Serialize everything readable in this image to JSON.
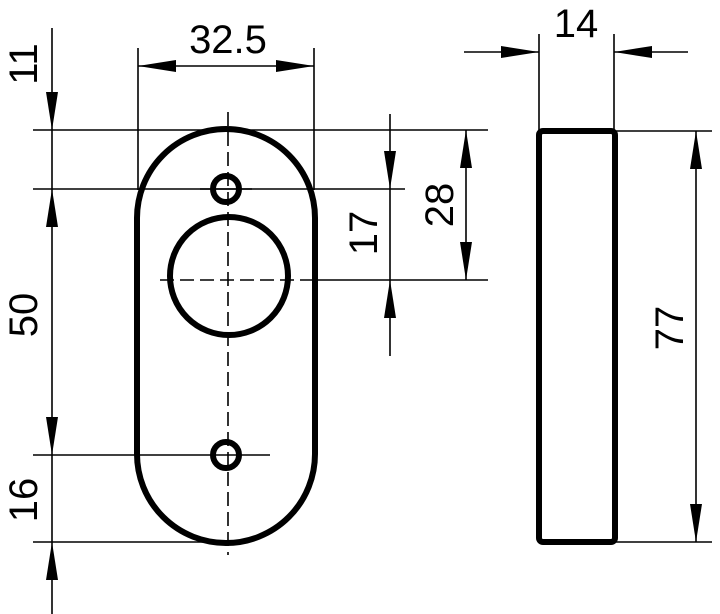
{
  "dimensions": {
    "width_plate": "32.5",
    "side_thickness": "14",
    "top_offset": "11",
    "hole_spacing": "50",
    "bottom_offset": "16",
    "small_dim": "17",
    "mid_dim": "28",
    "total_height": "77"
  }
}
